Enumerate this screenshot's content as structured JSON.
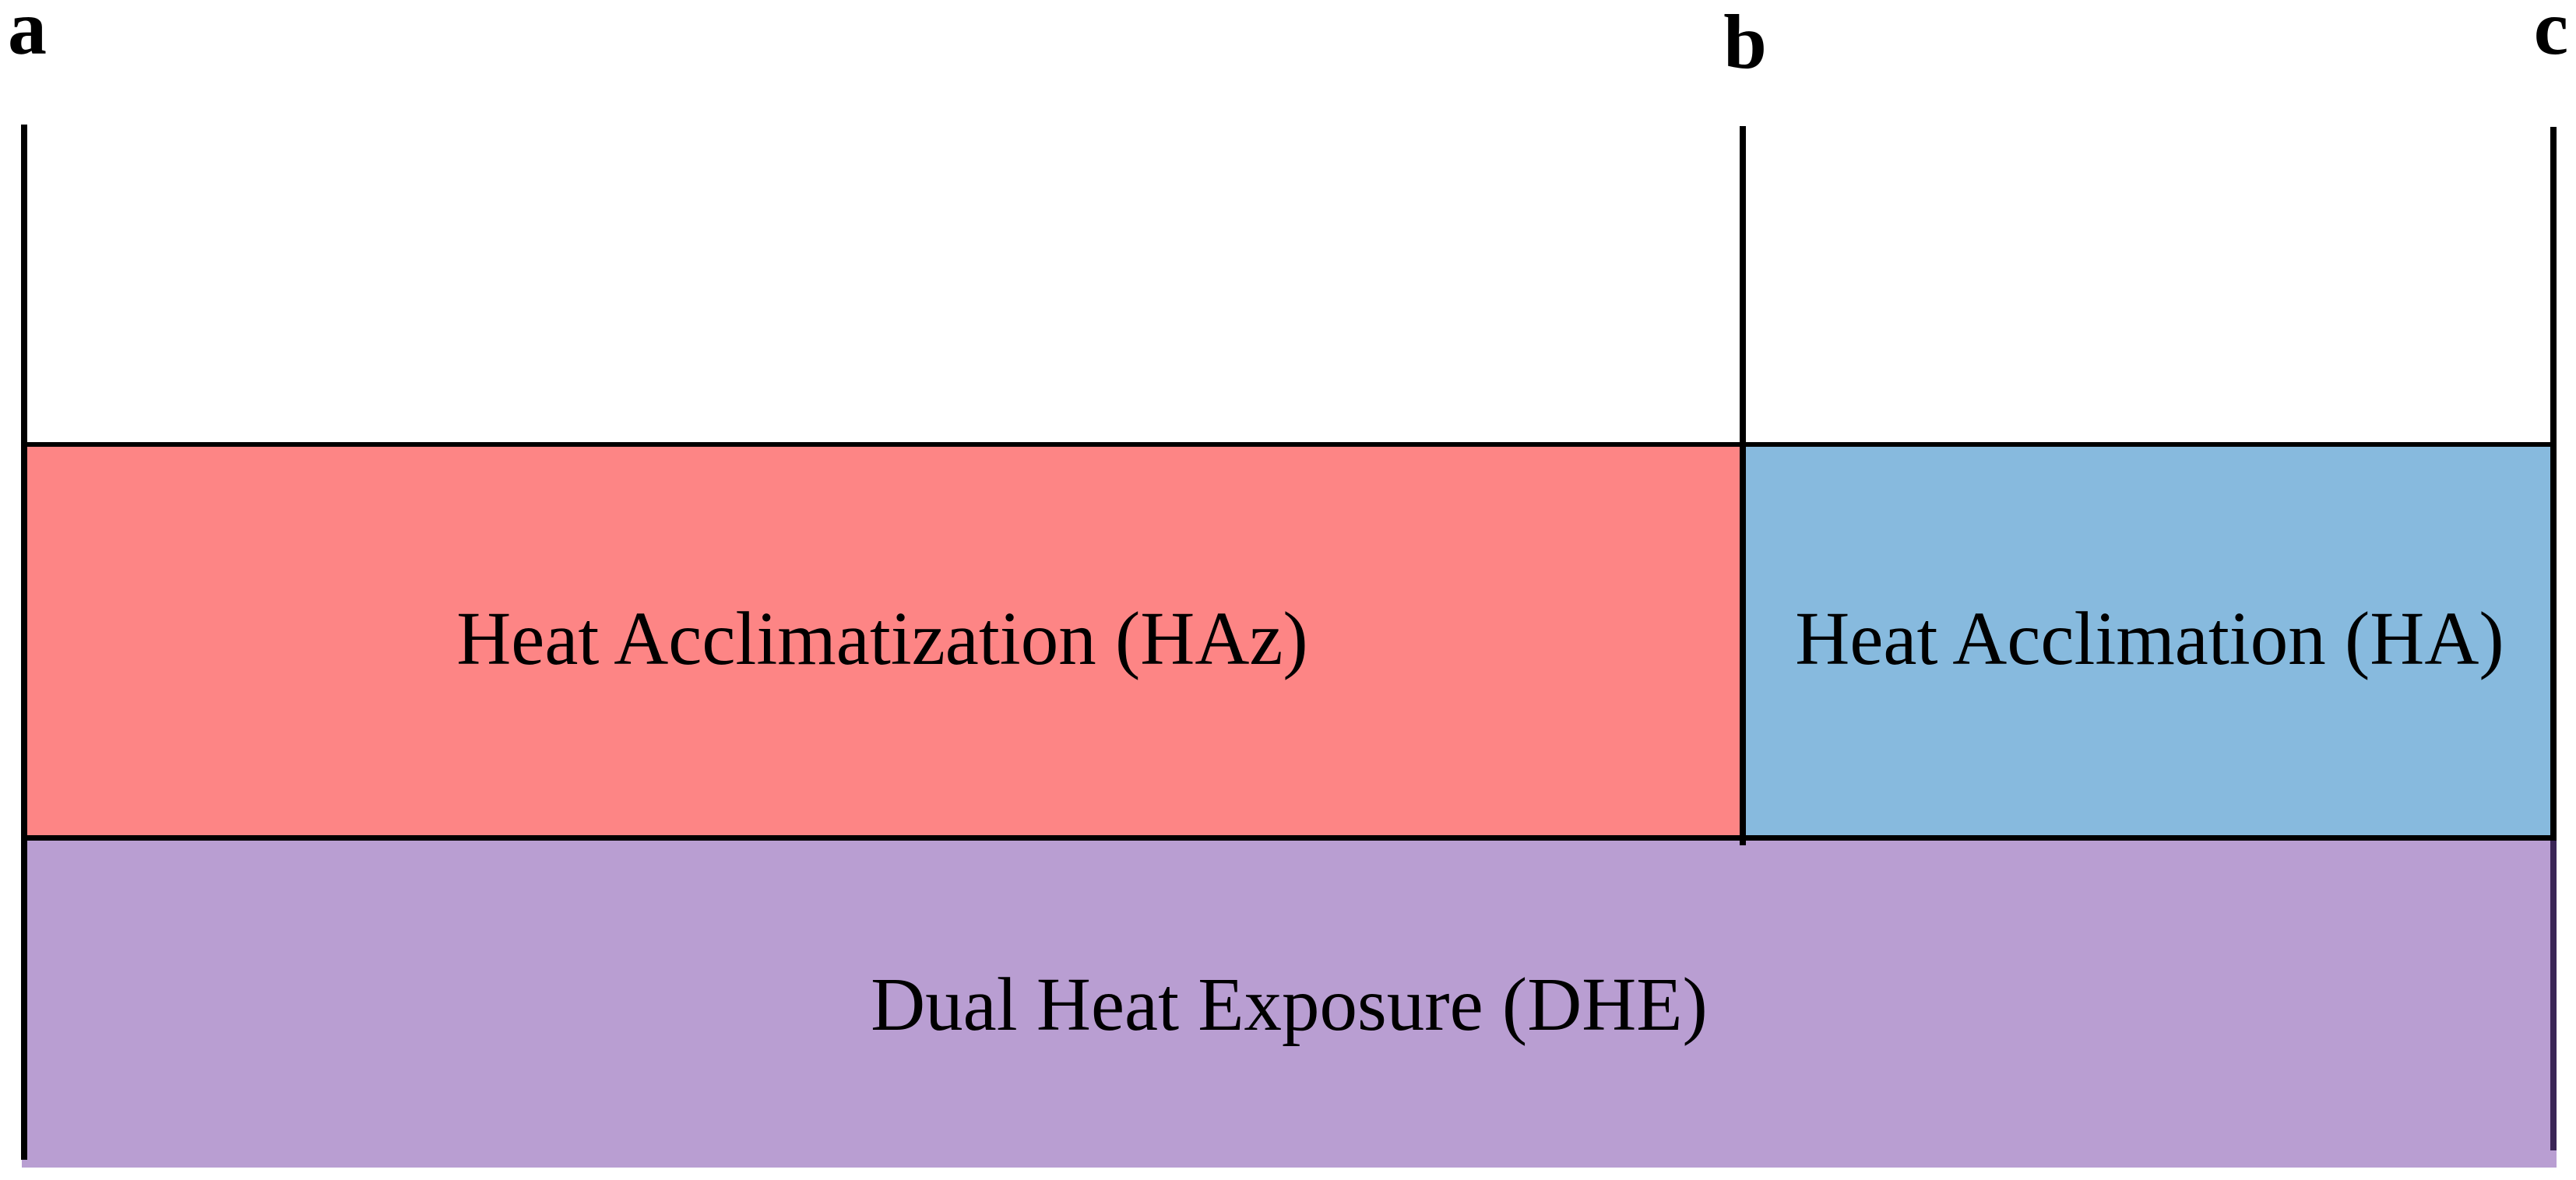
{
  "figure": {
    "markers": {
      "a": "a",
      "b": "b",
      "c": "c"
    },
    "boxes": {
      "haz": {
        "label": "Heat Acclimatization (HAz)",
        "fill": "#FD8585"
      },
      "ha": {
        "label": "Heat Acclimation (HA)",
        "fill": "#87BADE"
      },
      "dhe": {
        "label": "Dual Heat Exposure (DHE)",
        "fill": "#B99ED2"
      }
    },
    "colors": {
      "line": "#000000",
      "dhe_right_border": "#3A2556",
      "text": "#000000",
      "background": "#FFFFFF"
    }
  }
}
